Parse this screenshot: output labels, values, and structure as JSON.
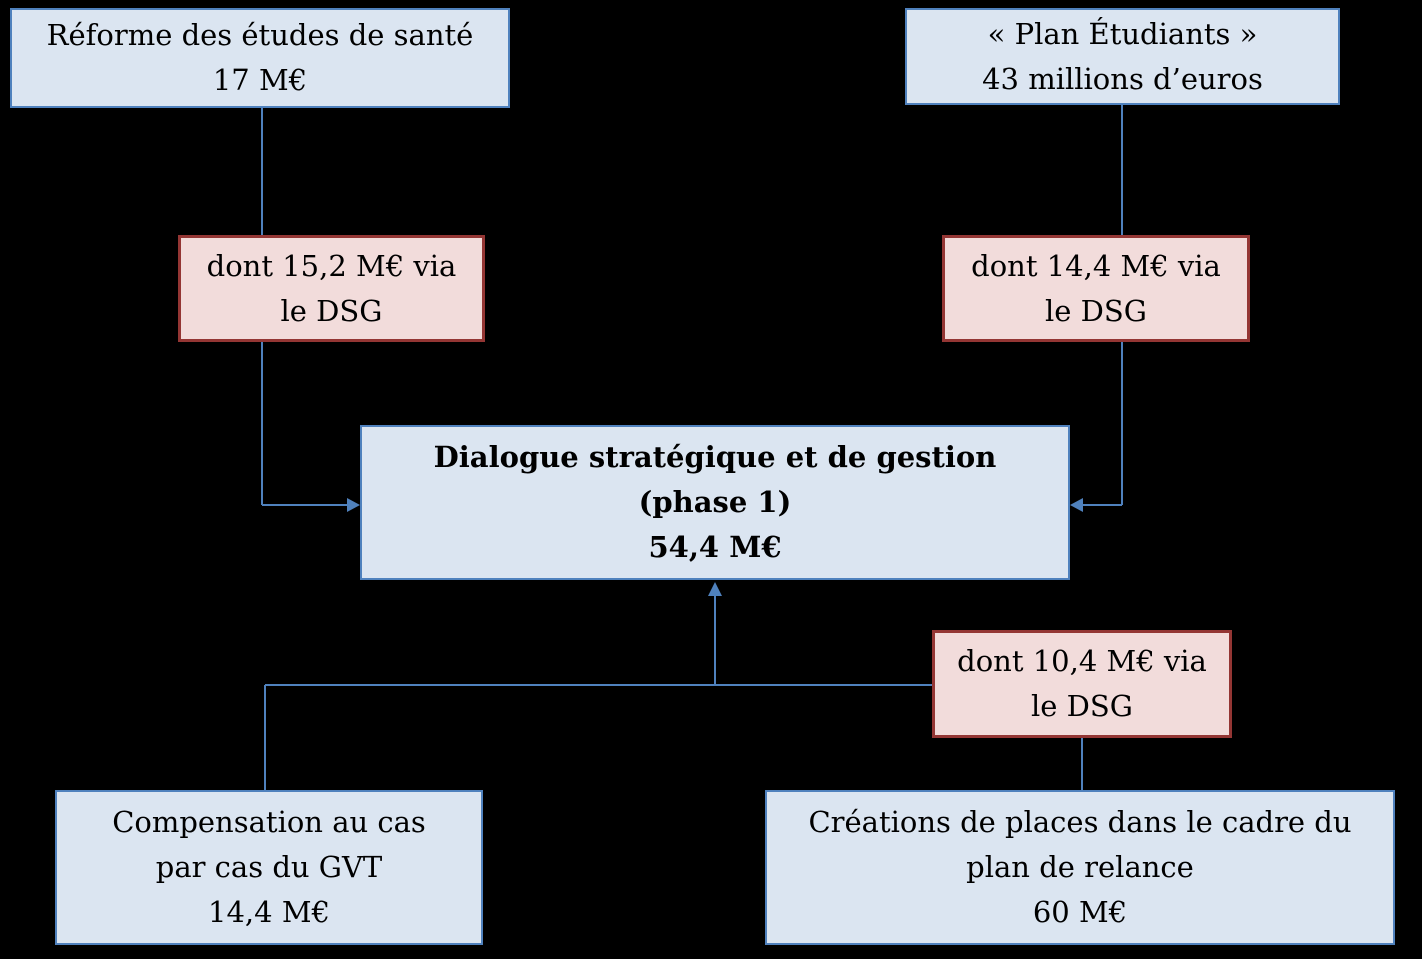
{
  "colors": {
    "background": "#000000",
    "blue_box_fill": "#dbe5f1",
    "blue_box_border": "#4f81bd",
    "pink_box_fill": "#f2dcdb",
    "pink_box_border": "#943634",
    "connector_line": "#4f81bd",
    "text": "#000000"
  },
  "nodes": {
    "reforme_sante": {
      "lines": [
        "Réforme des études de santé",
        "17 M€"
      ]
    },
    "plan_etudiants": {
      "lines": [
        "« Plan Étudiants »",
        "43 millions d’euros"
      ]
    },
    "dsg_via_left": {
      "lines": [
        "dont 15,2 M€ via",
        "le DSG"
      ]
    },
    "dsg_via_right": {
      "lines": [
        "dont 14,4 M€ via",
        "le DSG"
      ]
    },
    "dialogue_central": {
      "lines": [
        "Dialogue stratégique et de gestion",
        "(phase 1)",
        "54,4 M€"
      ]
    },
    "dsg_via_bottom": {
      "lines": [
        "dont 10,4 M€ via",
        "le DSG"
      ]
    },
    "compensation_gvt": {
      "lines": [
        "Compensation au cas",
        "par cas du GVT",
        "14,4 M€"
      ]
    },
    "creations_places": {
      "lines": [
        "Créations de places dans le cadre du",
        "plan de relance",
        "60 M€"
      ]
    }
  }
}
